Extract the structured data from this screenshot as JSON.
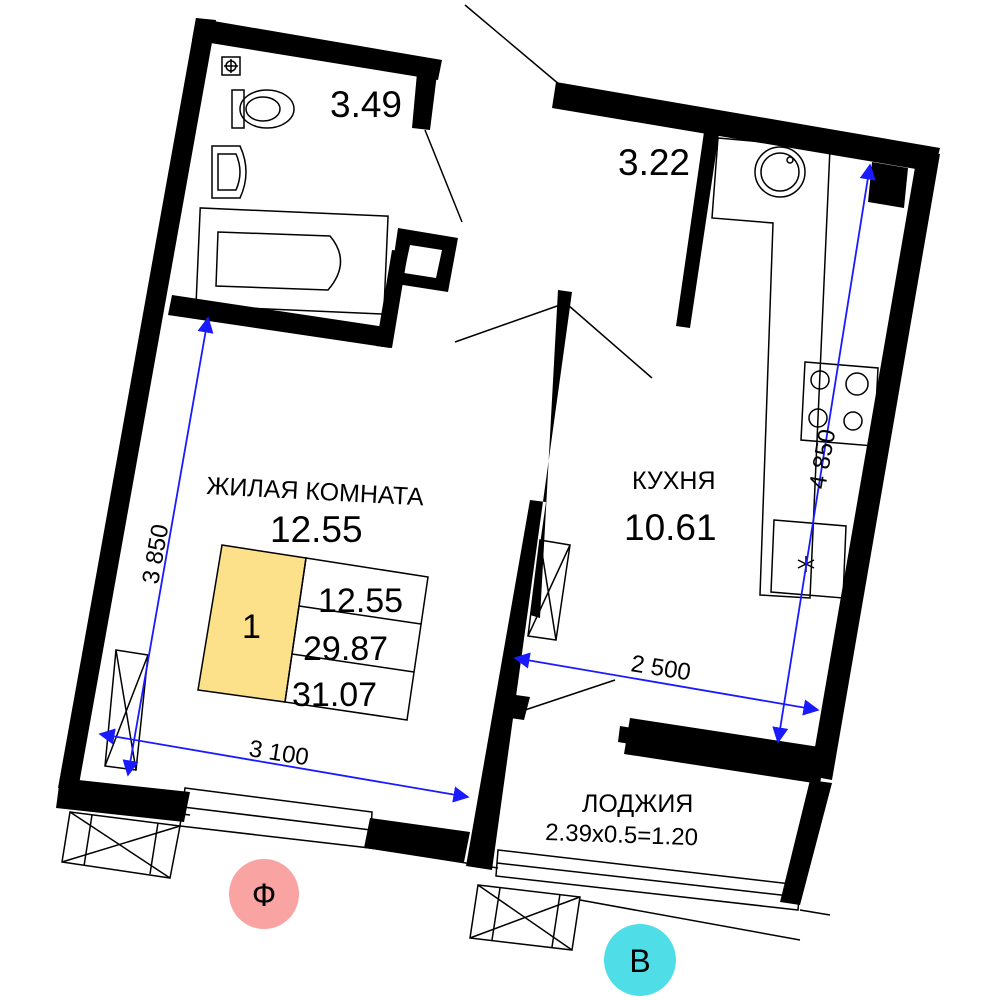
{
  "rooms": {
    "bathroom": {
      "area": "3.49"
    },
    "hall": {
      "area": "3.22"
    },
    "living": {
      "name": "ЖИЛАЯ КОМНАТА",
      "area": "12.55"
    },
    "kitchen": {
      "name": "КУХНЯ",
      "area": "10.61"
    },
    "loggia": {
      "name": "ЛОДЖИЯ",
      "formula": "2.39x0.5=1.20"
    }
  },
  "dimensions": {
    "living_height": "3 850",
    "living_width": "3 100",
    "kitchen_width": "2 500",
    "kitchen_height": "4 850"
  },
  "summary": {
    "rooms_count": "1",
    "living_area": "12.55",
    "total_area": "29.87",
    "total_with_loggia": "31.07"
  },
  "axes": {
    "left": {
      "label": "Ф",
      "color": "#f9a3a3"
    },
    "right": {
      "label": "В",
      "color": "#4fdde8"
    }
  },
  "colors": {
    "walls": "#000000",
    "dimension_lines": "#1a1aff",
    "room_count_fill": "#fde08a"
  }
}
